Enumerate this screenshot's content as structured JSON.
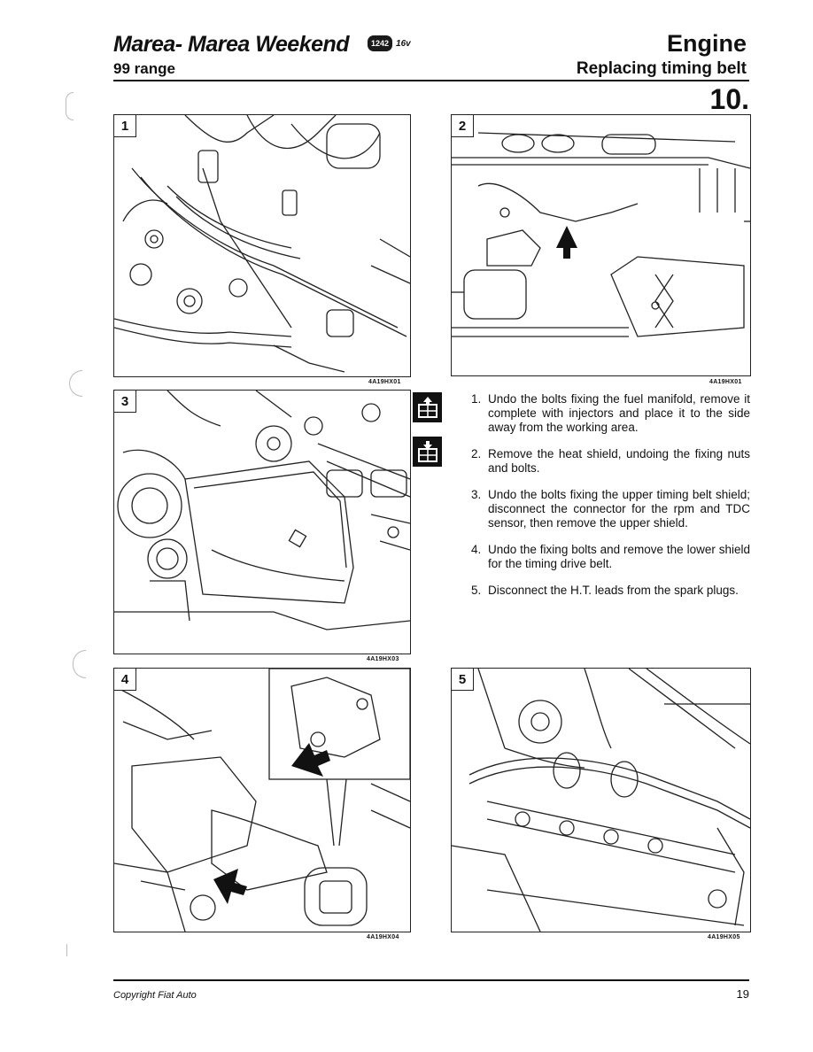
{
  "header": {
    "title": "Marea- Marea Weekend",
    "engine_code": "1242",
    "valve_label": "16v",
    "range": "99 range",
    "section": "Engine",
    "subsection": "Replacing timing belt",
    "section_number": "10."
  },
  "figures": [
    {
      "number": "1",
      "code": "4A19HX01"
    },
    {
      "number": "2",
      "code": "4A19HX01"
    },
    {
      "number": "3",
      "code": "4A19HX03"
    },
    {
      "number": "4",
      "code": "4A19HX04"
    },
    {
      "number": "5",
      "code": "4A19HX05"
    }
  ],
  "side_icons": [
    {
      "icon": "remove-arrow-up-icon"
    },
    {
      "icon": "refit-arrow-down-icon"
    }
  ],
  "steps": [
    {
      "n": "1.",
      "text": "Undo the bolts fixing the fuel manifold, remove it complete with injectors and place it to the side away from the working area."
    },
    {
      "n": "2.",
      "text": "Remove the heat shield, undoing the fixing nuts and bolts."
    },
    {
      "n": "3.",
      "text": "Undo the bolts fixing the upper timing belt shield; disconnect the connector for the rpm and TDC sensor, then remove the upper shield."
    },
    {
      "n": "4.",
      "text": "Undo the fixing bolts and remove the lower shield for the timing drive belt."
    },
    {
      "n": "5.",
      "text": "Disconnect the H.T. leads from the spark plugs."
    }
  ],
  "footer": {
    "copyright": "Copyright Fiat Auto",
    "page": "19"
  },
  "colors": {
    "ink": "#111111",
    "paper": "#ffffff"
  }
}
